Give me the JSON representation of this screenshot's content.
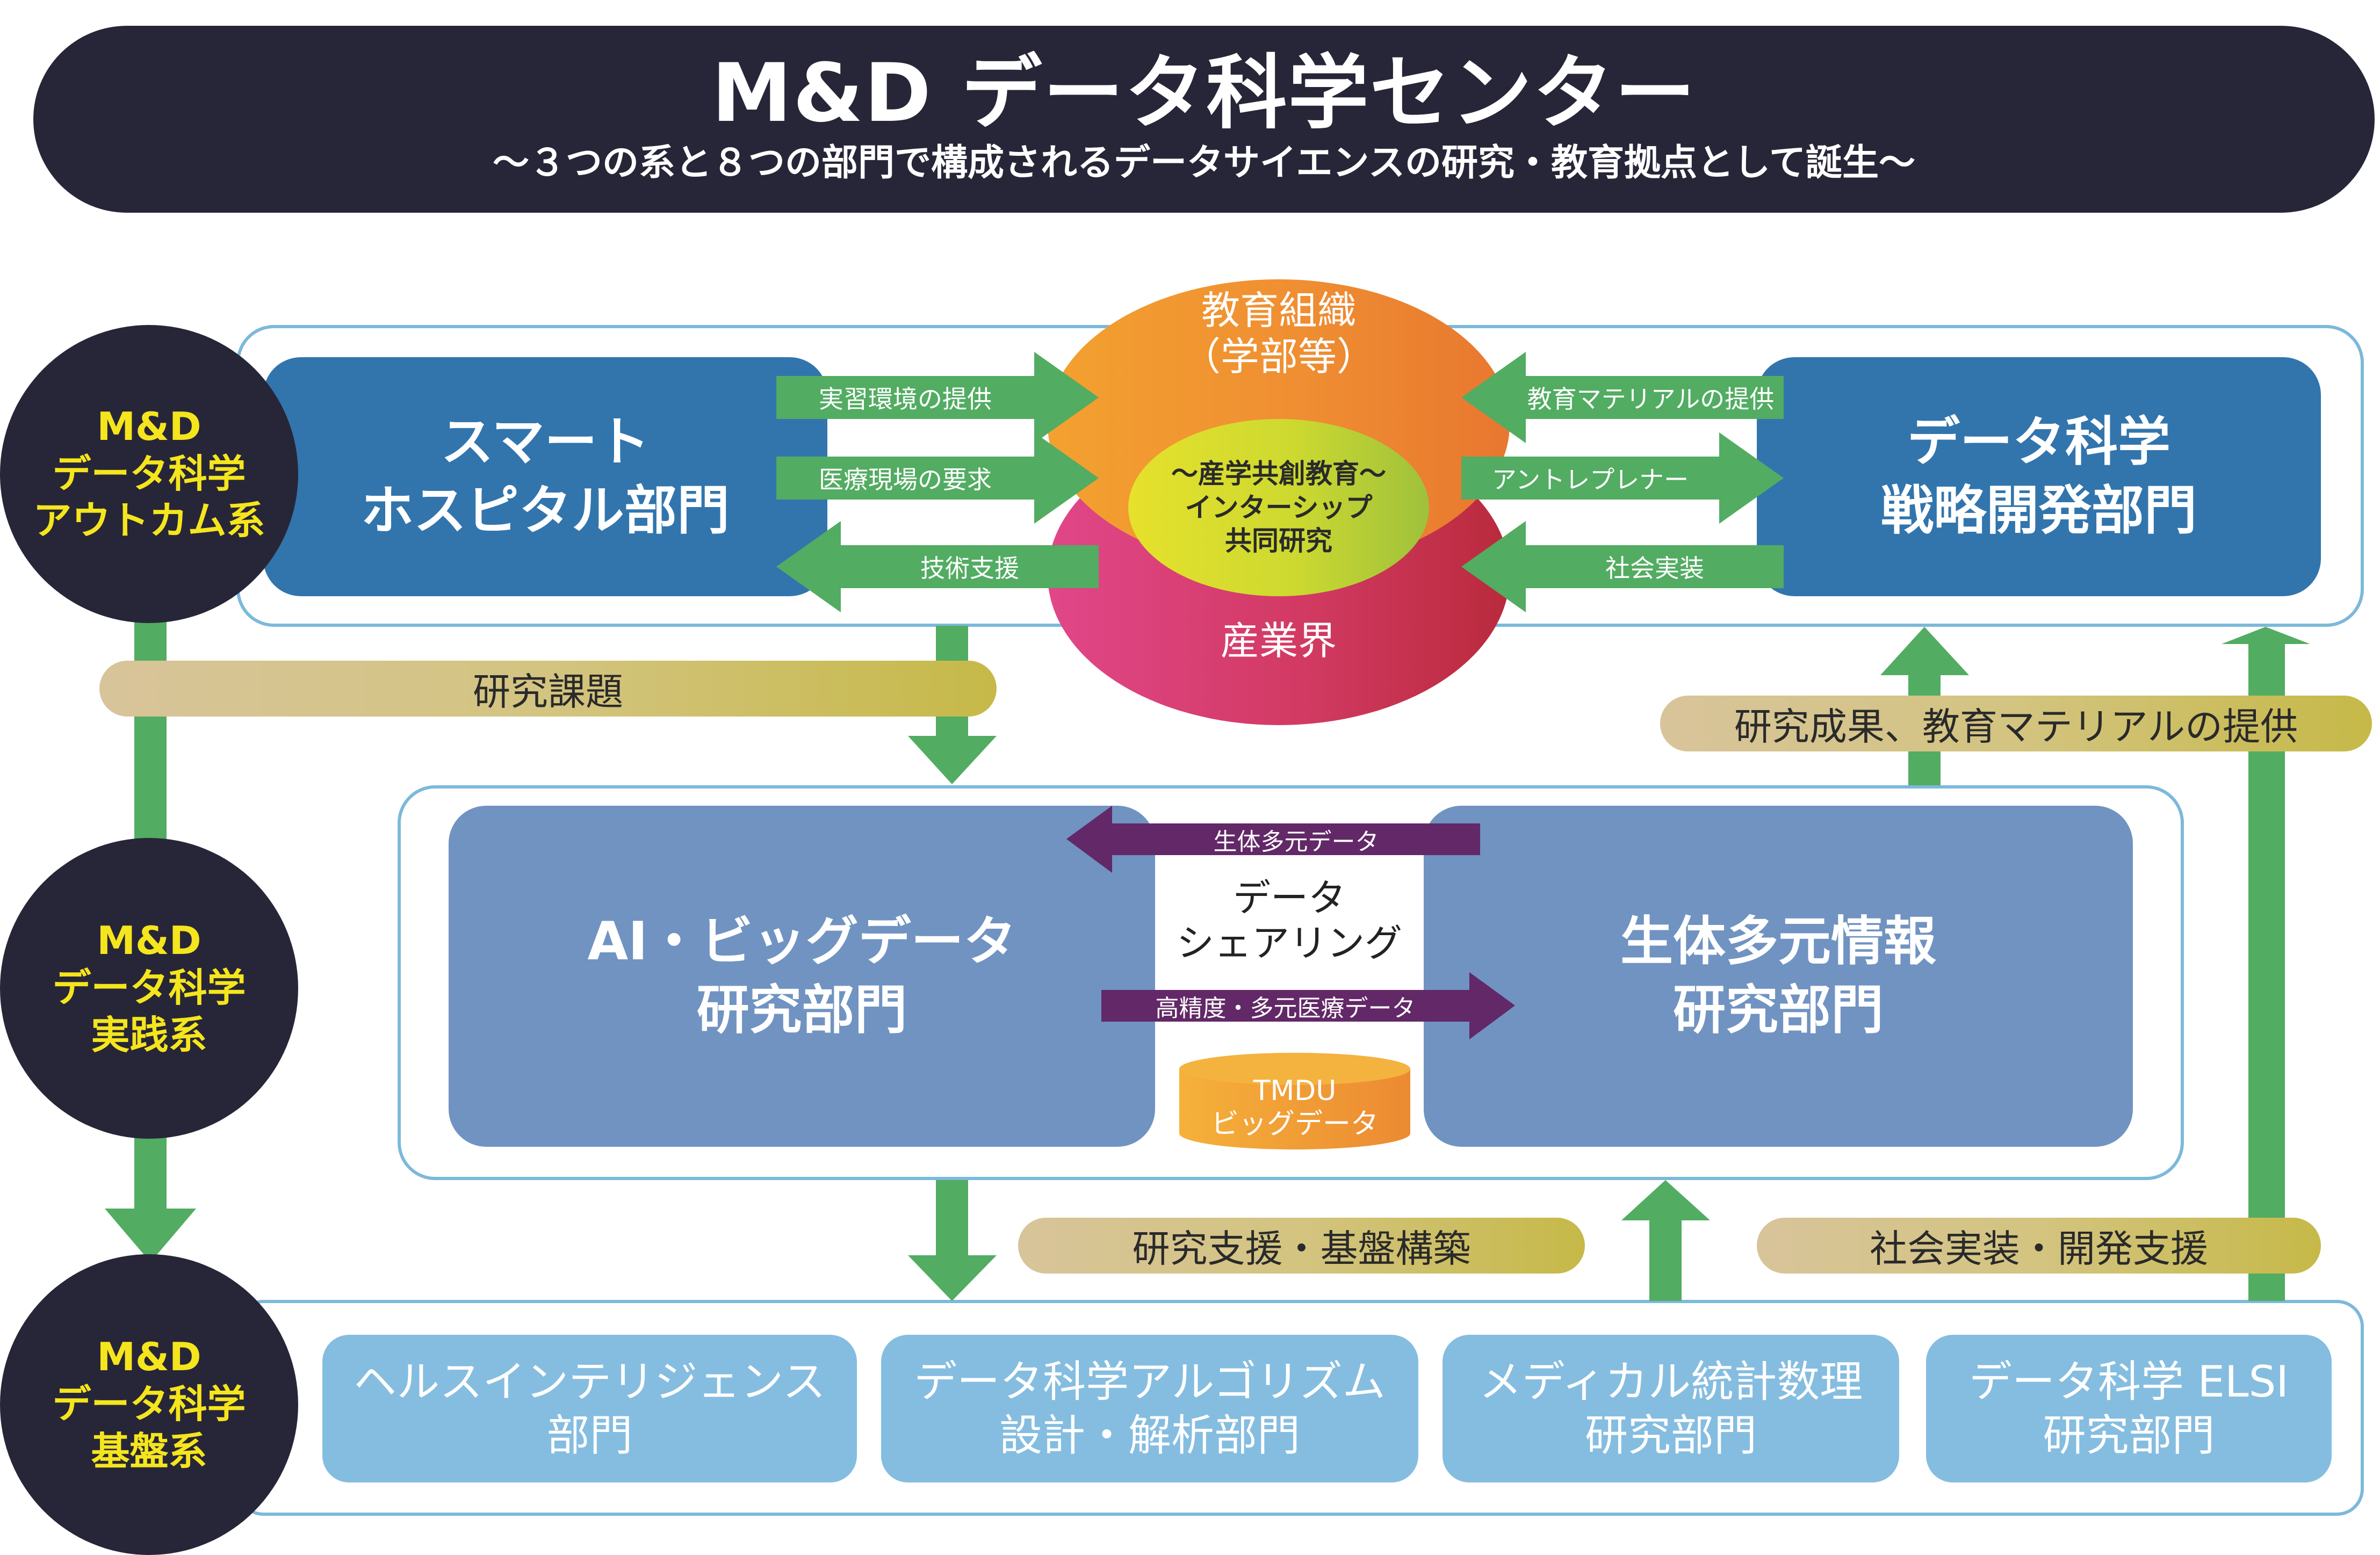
{
  "header": {
    "title": "M&D データ科学センター",
    "subtitle": "〜３つの系と８つの部門で構成されるデータサイエンスの研究・教育拠点として誕生〜"
  },
  "systems": [
    {
      "line1": "M&D",
      "line2": "データ科学",
      "line3": "アウトカム系"
    },
    {
      "line1": "M&D",
      "line2": "データ科学",
      "line3": "実践系"
    },
    {
      "line1": "M&D",
      "line2": "データ科学",
      "line3": "基盤系"
    }
  ],
  "outcome": {
    "smart_hospital": {
      "line1": "スマート",
      "line2": "ホスピタル部門"
    },
    "strategy": {
      "line1": "データ科学",
      "line2": "戦略開発部門"
    },
    "education": {
      "line1": "教育組織",
      "line2": "（学部等）"
    },
    "industry": "産業界",
    "collab": {
      "line1": "〜産学共創教育〜",
      "line2": "インターシップ",
      "line3": "共同研究"
    },
    "left_arrows": [
      {
        "label": "実習環境の提供",
        "direction": "right"
      },
      {
        "label": "医療現場の要求",
        "direction": "right"
      },
      {
        "label": "技術支援",
        "direction": "left"
      }
    ],
    "right_arrows": [
      {
        "label": "教育マテリアルの提供",
        "direction": "left"
      },
      {
        "label": "アントレプレナー",
        "direction": "right"
      },
      {
        "label": "社会実装",
        "direction": "left"
      }
    ]
  },
  "pills": {
    "research_topics": "研究課題",
    "results": "研究成果、教育マテリアルの提供",
    "research_support": "研究支援・基盤構築",
    "social_impl": "社会実装・開発支援"
  },
  "practice": {
    "ai_bigdata": {
      "line1": "AI・ビッグデータ",
      "line2": "研究部門"
    },
    "bio_multi": {
      "line1": "生体多元情報",
      "line2": "研究部門"
    },
    "arrow_top": "生体多元データ",
    "arrow_bottom": "高精度・多元医療データ",
    "sharing": {
      "line1": "データ",
      "line2": "シェアリング"
    },
    "database": {
      "line1": "TMDU",
      "line2": "ビッグデータ"
    }
  },
  "base": {
    "departments": [
      {
        "line1": "ヘルスインテリジェンス",
        "line2": "部門"
      },
      {
        "line1": "データ科学アルゴリズム",
        "line2": "設計・解析部門"
      },
      {
        "line1": "メディカル統計数理",
        "line2": "研究部門"
      },
      {
        "line1": "データ科学 ELSI",
        "line2": "研究部門"
      }
    ]
  },
  "colors": {
    "navy": "#272638",
    "yellow_text": "#f5e51d",
    "dept_dark": "#3275ad",
    "dept_mid": "#7093c1",
    "dept_light": "#85bde0",
    "green_arrow": "#52ac62",
    "purple_arrow": "#622867",
    "frame_border": "#7cb9da"
  }
}
